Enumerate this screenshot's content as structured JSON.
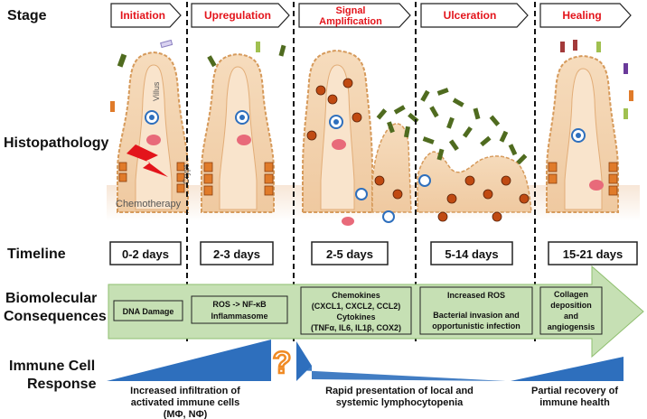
{
  "row_labels": {
    "stage": "Stage",
    "histopathology": "Histopathology",
    "timeline": "Timeline",
    "biomolecular_1": "Biomolecular",
    "biomolecular_2": "Consequences",
    "immune_1": "Immune Cell",
    "immune_2": "Response"
  },
  "stages": [
    {
      "label": "Initiation"
    },
    {
      "label": "Upregulation"
    },
    {
      "label_line1": "Signal",
      "label_line2": "Amplification"
    },
    {
      "label": "Ulceration"
    },
    {
      "label": "Healing"
    }
  ],
  "histology_labels": {
    "villus": "Villus",
    "crypt": "Crypt",
    "chemotherapy": "Chemotherapy"
  },
  "timeline": [
    "0-2 days",
    "2-3 days",
    "2-5 days",
    "5-14 days",
    "15-21 days"
  ],
  "biomolecular": {
    "b1": "DNA Damage",
    "b2_line1": "ROS -> NF-κB",
    "b2_line2": "Inflammasome",
    "b3_line1": "Chemokines",
    "b3_line2": "(CXCL1, CXCL2, CCL2)",
    "b3_line3": "Cytokines",
    "b3_line4": "(TNFα, IL6, IL1β, COX2)",
    "b4_line1": "Increased ROS",
    "b4_line2": "Bacterial invasion and",
    "b4_line3": "opportunistic infection",
    "b5_line1": "Collagen",
    "b5_line2": "deposition",
    "b5_line3": "and",
    "b5_line4": "angiogensis"
  },
  "immune": {
    "question_mark": "?",
    "r1_line1": "Increased infiltration of",
    "r1_line2": "activated immune cells",
    "r1_line3": "(MΦ, NΦ)",
    "r2_line1": "Rapid presentation of local and",
    "r2_line2": "systemic lymphocytopenia",
    "r3_line1": "Partial recovery of",
    "r3_line2": "immune health"
  },
  "colors": {
    "stage_text": "#e3141b",
    "tissue": "#f3d7b6",
    "tissue_edge": "#d69a5b",
    "bio_band": "#c6e0b4",
    "bio_border": "#8fbf6f",
    "immune_wedge": "#2e6fbd",
    "question_mark": "#f08a24",
    "bacteria": "#4f6b1f"
  }
}
